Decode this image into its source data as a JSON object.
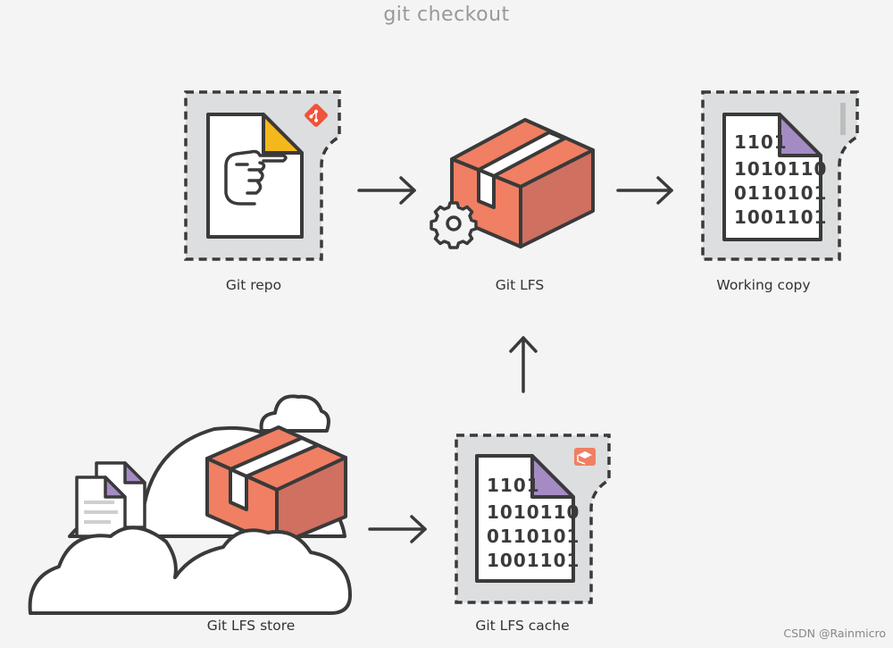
{
  "title": "git checkout",
  "nodes": {
    "git_repo": "Git repo",
    "git_lfs": "Git LFS",
    "working_copy": "Working copy",
    "git_lfs_store": "Git LFS store",
    "git_lfs_cache": "Git LFS cache"
  },
  "binary_lines": [
    "1101",
    "1010110",
    "0110101",
    "1001101"
  ],
  "watermark": "CSDN @Rainmicro",
  "colors": {
    "background": "#f4f4f4",
    "frame": "#dcdedf",
    "outline": "#3a3a3a",
    "box_front": "#f07f63",
    "box_side": "#cf7061",
    "git_accent": "#f0533a",
    "fold_yellow": "#f5b81b",
    "fold_purple": "#a58bc4"
  }
}
